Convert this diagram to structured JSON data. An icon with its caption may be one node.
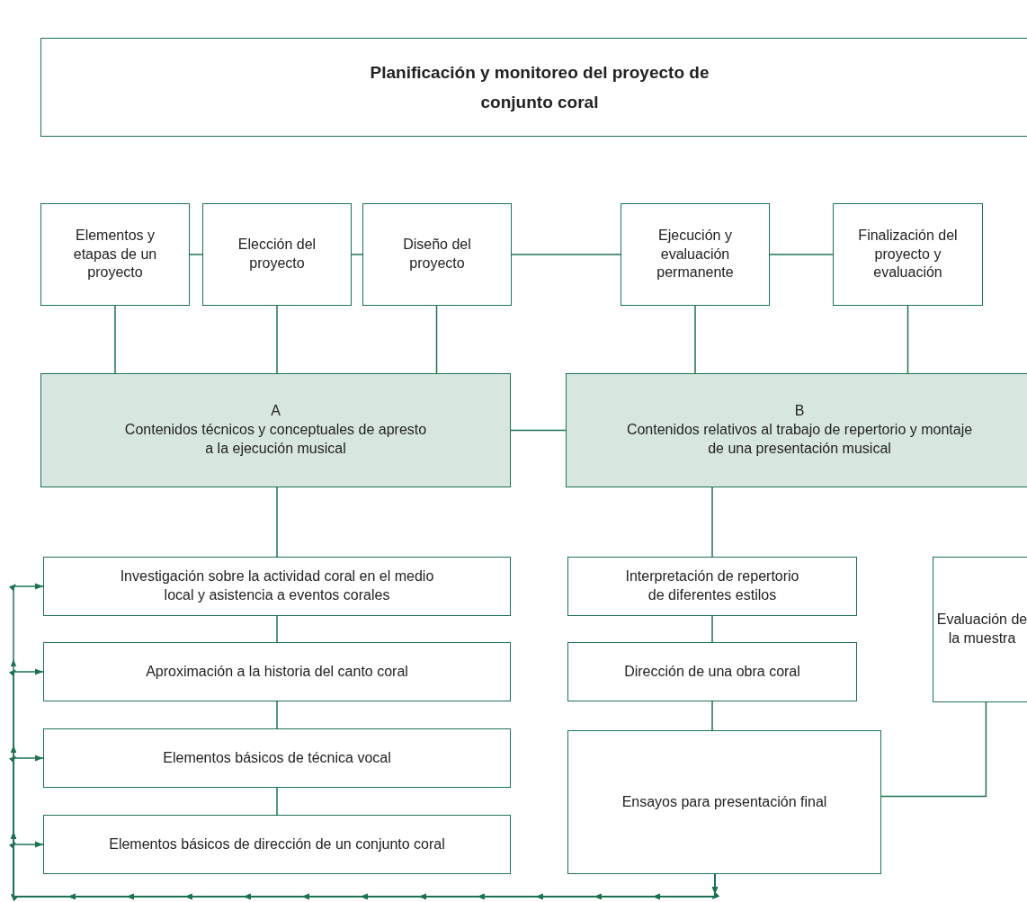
{
  "diagram": {
    "nodes": [
      {
        "text": [
          "Planificación y monitoreo del proyecto de conjunto coral"
        ]
      },
      {
        "text": [
          "Elementos y etapas de un proyecto"
        ]
      },
      {
        "text": [
          "Elección del proyecto"
        ]
      },
      {
        "text": [
          "Diseño del proyecto"
        ]
      },
      {
        "text": [
          "Ejecución y evaluación permanente"
        ]
      },
      {
        "text": [
          "Finalización del proyecto y evaluación"
        ]
      },
      {
        "text": [
          "A",
          "Contenidos técnicos y conceptuales de apresto a la ejecución musical"
        ]
      },
      {
        "text": [
          "B",
          "Contenidos relativos al trabajo de repertorio y montaje de una presentación musical"
        ]
      },
      {
        "text": [
          "Investigación sobre la actividad coral en el medio local y asistencia a eventos corales"
        ]
      },
      {
        "text": [
          "Aproximación a la historia del canto coral"
        ]
      },
      {
        "text": [
          "Elementos básicos de técnica vocal"
        ]
      },
      {
        "text": [
          "Elementos básicos de dirección de un conjunto coral"
        ]
      },
      {
        "text": [
          "Interpretación de repertorio de diferentes estilos"
        ]
      },
      {
        "text": [
          "Dirección de una obra coral"
        ]
      },
      {
        "text": [
          "Ensayos para presentación final"
        ]
      },
      {
        "text": [
          "Evaluación de la muestra"
        ]
      }
    ],
    "edges": [
      {
        "from": 1,
        "to": 2,
        "arrow": "none"
      },
      {
        "from": 2,
        "to": 3,
        "arrow": "none"
      },
      {
        "from": 3,
        "to": 4,
        "arrow": "none"
      },
      {
        "from": 4,
        "to": 5,
        "arrow": "none"
      },
      {
        "from": 1,
        "to": 6,
        "arrow": "none"
      },
      {
        "from": 2,
        "to": 6,
        "arrow": "none"
      },
      {
        "from": 3,
        "to": 6,
        "arrow": "none"
      },
      {
        "from": 4,
        "to": 7,
        "arrow": "none"
      },
      {
        "from": 5,
        "to": 7,
        "arrow": "none"
      },
      {
        "from": 6,
        "to": 7,
        "arrow": "none"
      },
      {
        "from": 6,
        "to": 8,
        "arrow": "none"
      },
      {
        "from": 8,
        "to": 9,
        "arrow": "none"
      },
      {
        "from": 9,
        "to": 10,
        "arrow": "none"
      },
      {
        "from": 10,
        "to": 11,
        "arrow": "none"
      },
      {
        "from": 7,
        "to": 12,
        "arrow": "none"
      },
      {
        "from": 12,
        "to": 13,
        "arrow": "none"
      },
      {
        "from": 13,
        "to": 14,
        "arrow": "none"
      },
      {
        "from": 15,
        "to": 14,
        "arrow": "none"
      },
      {
        "from": 14,
        "to": 8,
        "arrow": "to"
      },
      {
        "from": 14,
        "to": 9,
        "arrow": "to"
      },
      {
        "from": 14,
        "to": 10,
        "arrow": "to"
      },
      {
        "from": 14,
        "to": 11,
        "arrow": "to"
      }
    ]
  }
}
